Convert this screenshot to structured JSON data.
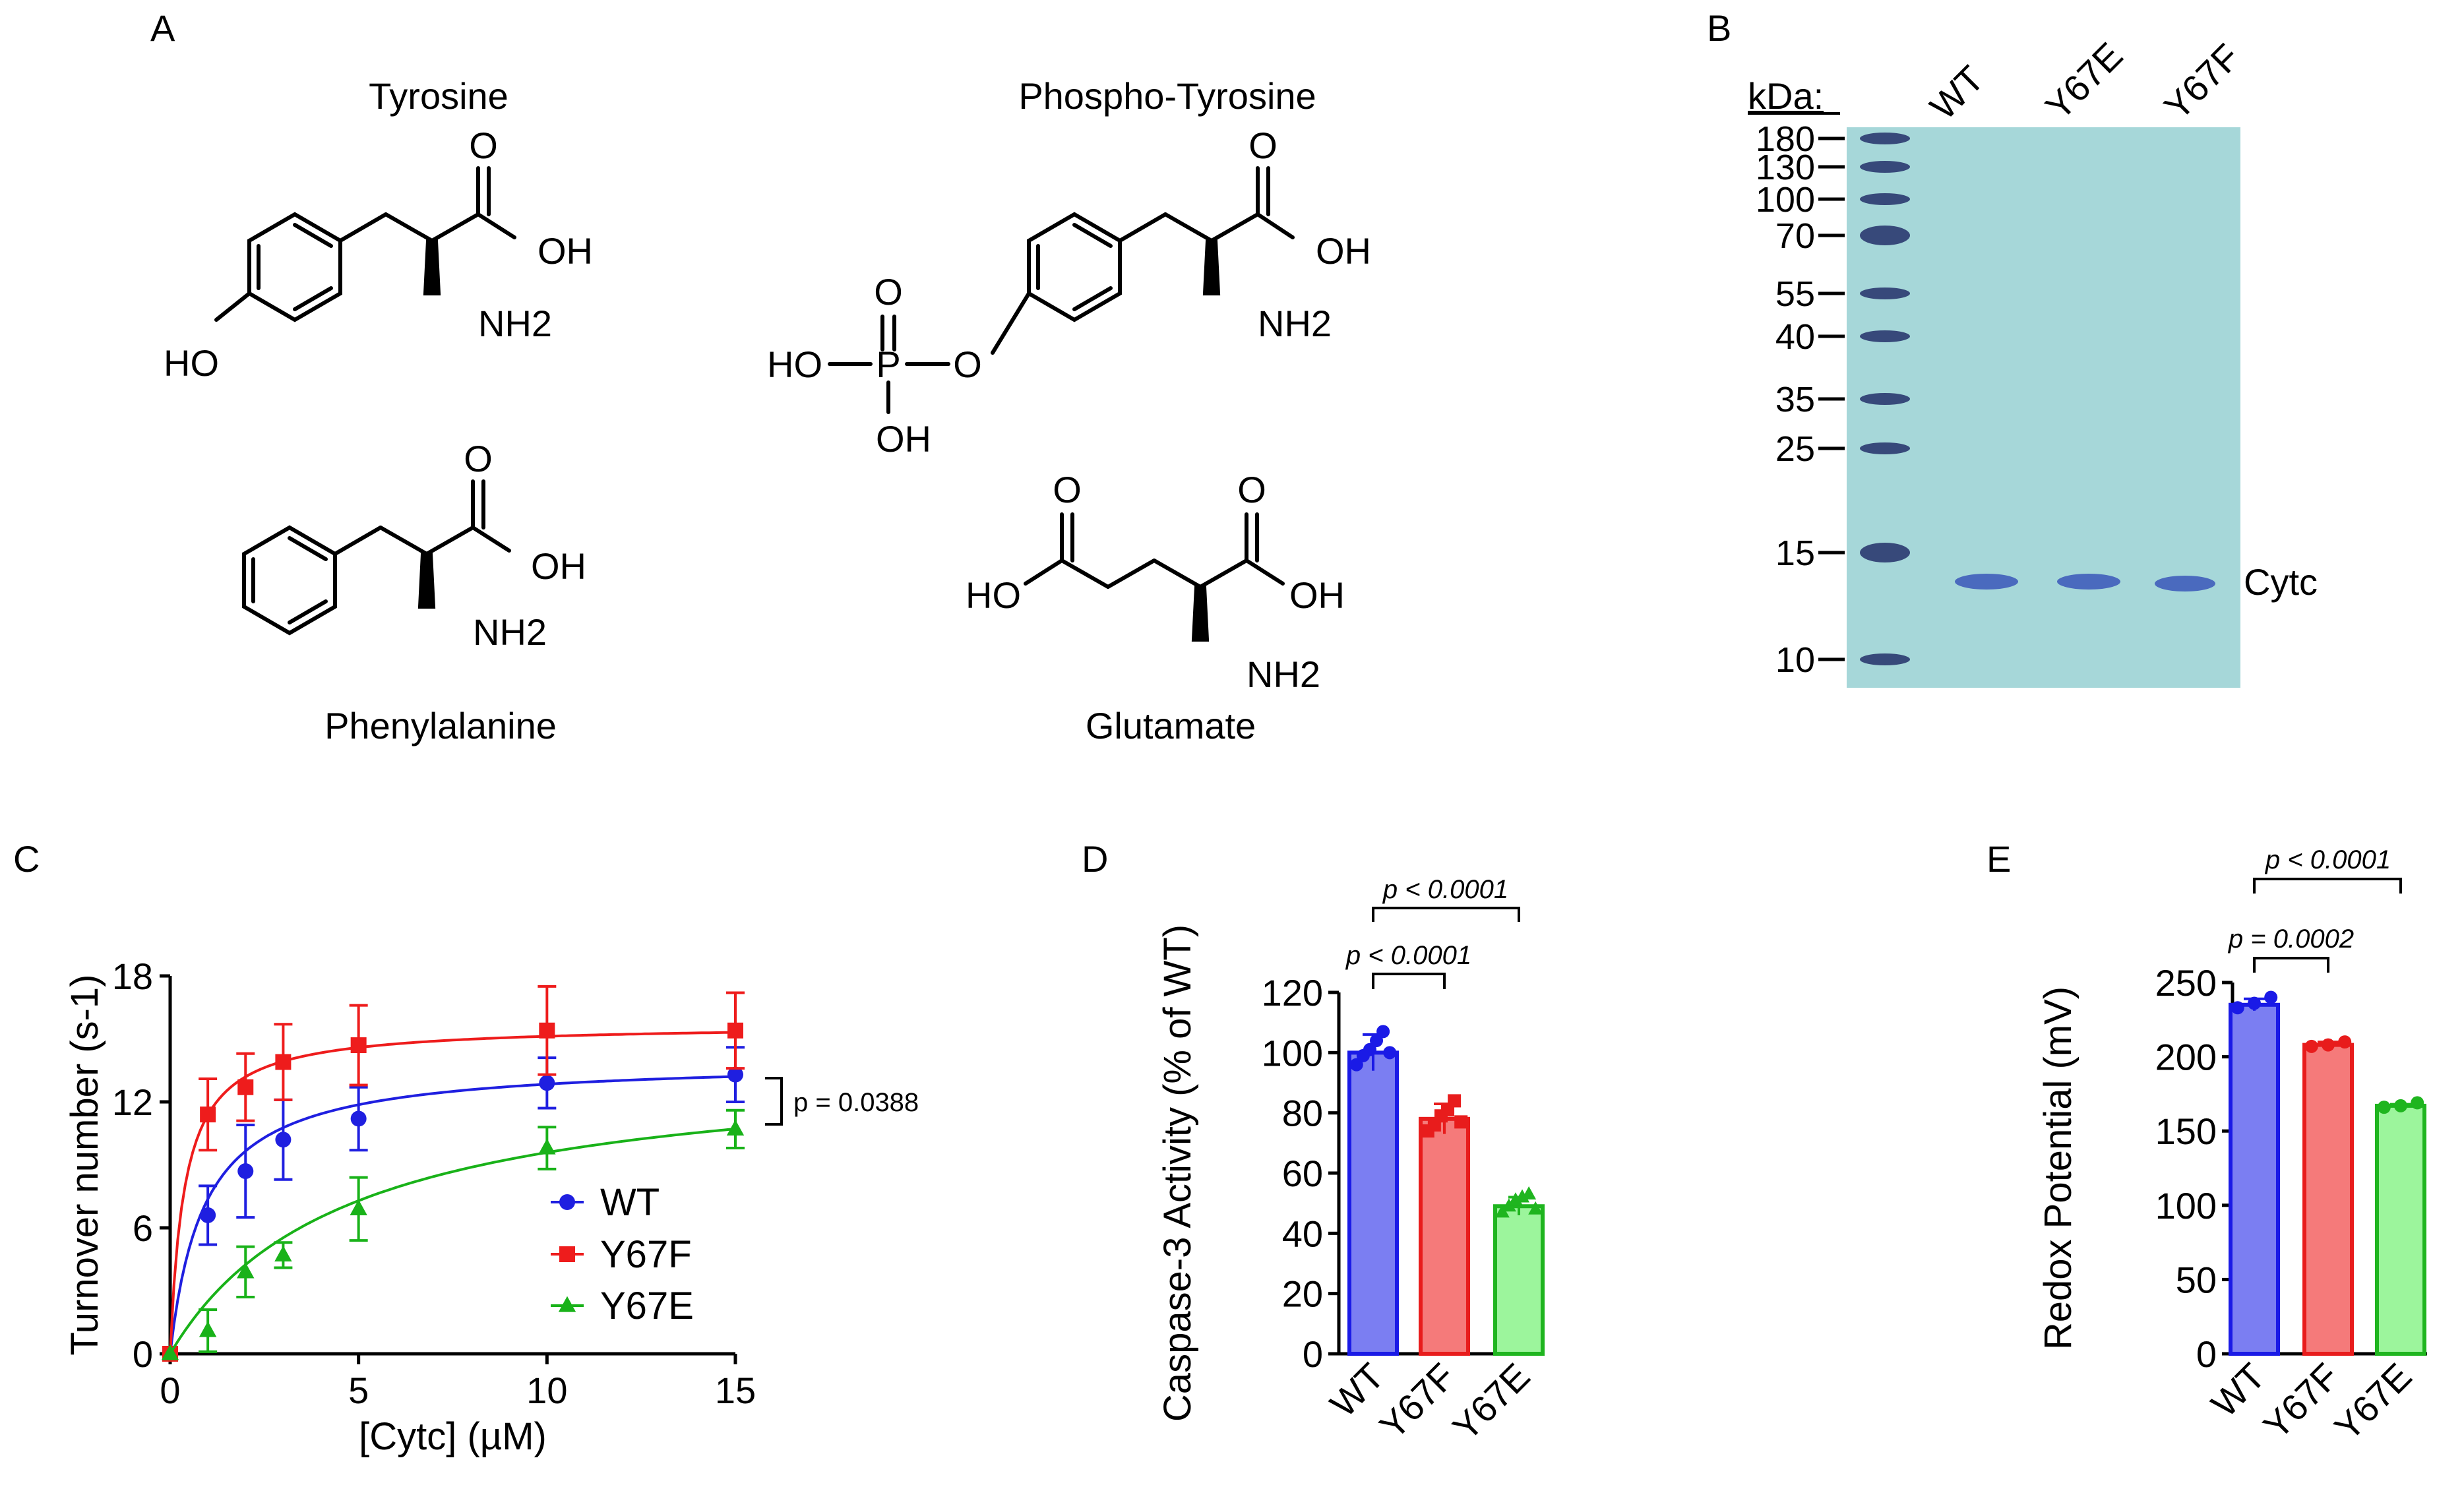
{
  "panels": {
    "a": {
      "letter": "A",
      "molecules": {
        "tyrosine": {
          "name": "Tyrosine",
          "ho": "HO",
          "oh": "OH",
          "o": "O",
          "nh2": "NH2"
        },
        "phospho": {
          "name": "Phospho-Tyrosine",
          "hop": "HO",
          "p": "P",
          "o_link": "O",
          "o_top": "O",
          "oh_bot": "OH",
          "oh": "OH",
          "o": "O",
          "nh2": "NH2"
        },
        "phenylalanine": {
          "name": "Phenylalanine",
          "oh": "OH",
          "o": "O",
          "nh2": "NH2"
        },
        "glutamate": {
          "name": "Glutamate",
          "ho": "HO",
          "oh": "OH",
          "o1": "O",
          "o2": "O",
          "nh2": "NH2"
        }
      }
    },
    "b": {
      "letter": "B",
      "kda_label": "kDa:",
      "lanes": [
        "WT",
        "Y67E",
        "Y67F"
      ],
      "markers": [
        "180",
        "130",
        "100",
        "70",
        "55",
        "40",
        "35",
        "25",
        "15",
        "10"
      ],
      "band_label": "Cytc",
      "colors": {
        "gel": "#a6d7d9",
        "ladder": "#2b3a6f",
        "band": "#3a57b8"
      }
    },
    "c": {
      "letter": "C",
      "p_text": "p = 0.0388"
    },
    "d": {
      "letter": "D",
      "p1": "p < 0.0001",
      "p2": "p < 0.0001"
    },
    "e": {
      "letter": "E",
      "p1": "p = 0.0002",
      "p2": "p < 0.0001"
    }
  },
  "chart_data": [
    {
      "panel": "C",
      "type": "line",
      "xlabel": "[Cytc] (µM)",
      "ylabel": "Turnover number (s-1)",
      "xlim": [
        0,
        15
      ],
      "ylim": [
        0,
        18
      ],
      "xticks": [
        0,
        5,
        10,
        15
      ],
      "yticks": [
        0,
        6,
        12,
        18
      ],
      "legend_position": "center-right",
      "series": [
        {
          "name": "WT",
          "color": "#1f1fe0",
          "marker": "circle",
          "Vmax": 14.0,
          "Km": 0.9,
          "x": [
            0,
            1,
            2,
            3,
            5,
            10,
            15
          ],
          "y": [
            0,
            6.6,
            8.7,
            10.2,
            11.2,
            12.9,
            13.3
          ],
          "err": [
            0,
            1.4,
            2.2,
            1.9,
            1.5,
            1.2,
            1.3
          ]
        },
        {
          "name": "Y67F",
          "color": "#ee1c1c",
          "marker": "square",
          "Vmax": 15.7,
          "Km": 0.38,
          "x": [
            0,
            1,
            2,
            3,
            5,
            10,
            15
          ],
          "y": [
            0,
            11.4,
            12.7,
            13.9,
            14.7,
            15.4,
            15.4
          ],
          "err": [
            0,
            1.7,
            1.6,
            1.8,
            1.9,
            2.1,
            1.8
          ]
        },
        {
          "name": "Y67E",
          "color": "#19b219",
          "marker": "triangle",
          "Vmax": 14.0,
          "Km": 4.6,
          "x": [
            0,
            1,
            2,
            3,
            5,
            10,
            15
          ],
          "y": [
            0,
            1.1,
            3.9,
            4.7,
            6.9,
            9.8,
            10.7
          ],
          "err": [
            0,
            1.0,
            1.2,
            0.6,
            1.5,
            1.0,
            0.9
          ]
        }
      ]
    },
    {
      "panel": "D",
      "type": "bar",
      "ylabel": "Caspase-3 Activity (% of WT)",
      "categories": [
        "WT",
        "Y67F",
        "Y67E"
      ],
      "values": [
        100,
        78,
        49
      ],
      "errors": [
        6,
        5,
        3
      ],
      "ylim": [
        0,
        120
      ],
      "yticks": [
        0,
        20,
        40,
        60,
        80,
        100,
        120
      ],
      "fill_colors": [
        "#7b7ef2",
        "#f57a7a",
        "#9cf59c"
      ],
      "edge_colors": [
        "#1a1ae6",
        "#e81c1c",
        "#1fb51f"
      ],
      "markers": [
        "circle",
        "square",
        "triangle"
      ],
      "points": [
        [
          96,
          99,
          101,
          104,
          107,
          100
        ],
        [
          74,
          76,
          79,
          81,
          84,
          77
        ],
        [
          47,
          49,
          51,
          52,
          53,
          48
        ]
      ]
    },
    {
      "panel": "E",
      "type": "bar",
      "ylabel": "Redox Potential (mV)",
      "categories": [
        "WT",
        "Y67F",
        "Y67E"
      ],
      "values": [
        235,
        208,
        167
      ],
      "errors": [
        4,
        2,
        1
      ],
      "ylim": [
        0,
        250
      ],
      "yticks": [
        0,
        50,
        100,
        150,
        200,
        250
      ],
      "fill_colors": [
        "#7b7ef2",
        "#f57a7a",
        "#9cf59c"
      ],
      "edge_colors": [
        "#1a1ae6",
        "#e81c1c",
        "#1fb51f"
      ],
      "markers": [
        "circle",
        "circle",
        "circle"
      ],
      "points": [
        [
          233,
          236,
          240
        ],
        [
          207,
          208,
          210
        ],
        [
          166,
          167,
          169
        ]
      ]
    }
  ]
}
